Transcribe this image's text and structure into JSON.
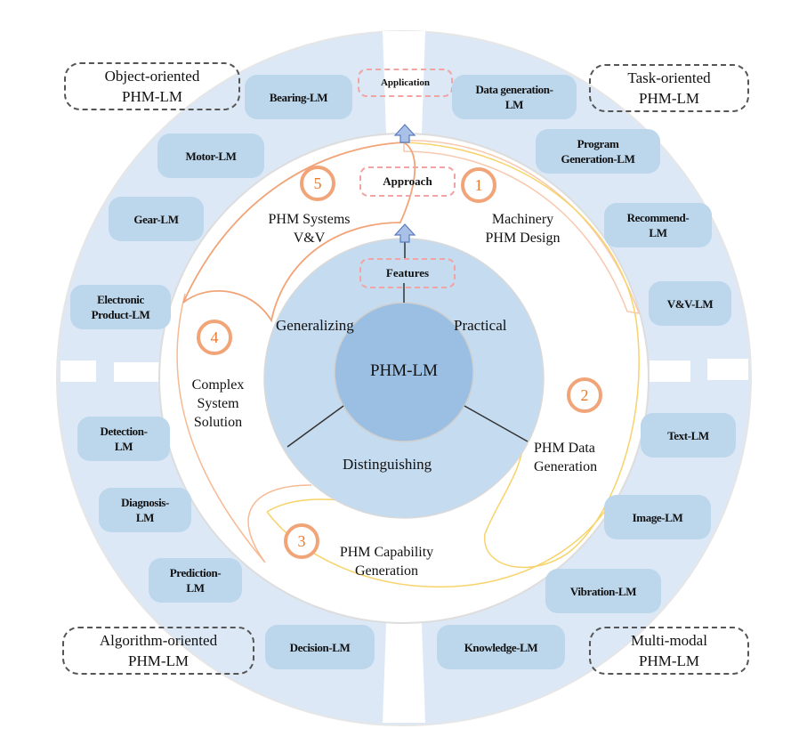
{
  "center": {
    "title": "PHM-LM"
  },
  "features_tag": "Features",
  "approach_tag": "Approach",
  "application_tag": "Application",
  "features": [
    "Generalizing",
    "Practical",
    "Distinguishing"
  ],
  "approach_stages": [
    {
      "number": "1",
      "label": "Machinery\nPHM Design"
    },
    {
      "number": "2",
      "label": "PHM Data\nGeneration"
    },
    {
      "number": "3",
      "label": "PHM Capability\nGeneration"
    },
    {
      "number": "4",
      "label": "Complex\nSystem\nSolution"
    },
    {
      "number": "5",
      "label": "PHM Systems\nV&V"
    }
  ],
  "categories": {
    "object": "Object-oriented\nPHM-LM",
    "task": "Task-oriented\nPHM-LM",
    "algorithm": "Algorithm-oriented\nPHM-LM",
    "multimodal": "Multi-modal\nPHM-LM"
  },
  "object_models": [
    "Bearing-LM",
    "Motor-LM",
    "Gear-LM",
    "Electronic\nProduct-LM"
  ],
  "task_models": [
    "Data generation-\nLM",
    "Program\nGeneration-LM",
    "Recommend-\nLM",
    "V&V-LM"
  ],
  "algorithm_models": [
    "Detection-\nLM",
    "Diagnosis-\nLM",
    "Prediction-\nLM",
    "Decision-LM"
  ],
  "multimodal_models": [
    "Text-LM",
    "Image-LM",
    "Vibration-LM",
    "Knowledge-LM"
  ],
  "colors": {
    "outer_ring": "#dce8f5",
    "model_box": "#bcd6ec",
    "feature_disc": "#c5dbef",
    "center_disc": "#9bbfe2",
    "orange_ring": "#f1a477",
    "orange_text": "#ec7a2c",
    "yellow_outline": "#f7d36b",
    "tag_dash": "#f2a3a3",
    "arrow_fill": "#a9c1e6",
    "arrow_stroke": "#5b7cc0"
  }
}
